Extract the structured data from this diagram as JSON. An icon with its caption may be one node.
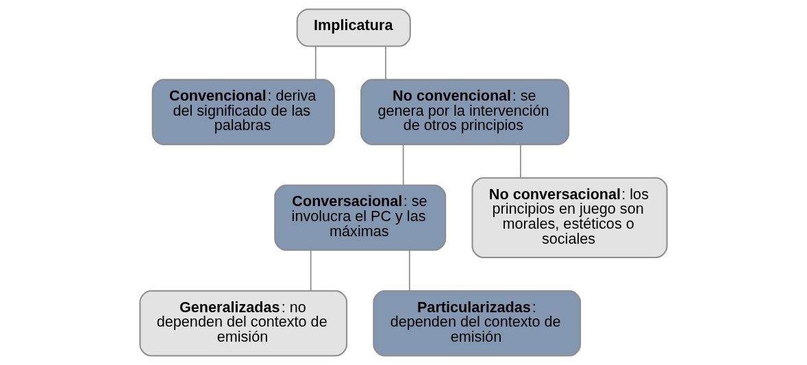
{
  "diagram": {
    "nodes": [
      {
        "text": [
          "**Implicatura**"
        ]
      },
      {
        "text": [
          "**Convencional**: deriva del significado de las palabras"
        ]
      },
      {
        "text": [
          "**No convencional**: se genera por la intervención de otros principios"
        ]
      },
      {
        "text": [
          "**Conversacional**: se involucra el PC y las máximas"
        ]
      },
      {
        "text": [
          "**No conversacional**: los principios en juego son morales, estéticos o sociales"
        ]
      },
      {
        "text": [
          "**Generalizadas**: no dependen del contexto de emisión"
        ]
      },
      {
        "text": [
          "**Particularizadas**: dependen del contexto de emisión"
        ]
      }
    ],
    "edges": [
      {
        "from": 0,
        "to": 1,
        "arrow": "none"
      },
      {
        "from": 0,
        "to": 2,
        "arrow": "none"
      },
      {
        "from": 2,
        "to": 3,
        "arrow": "none"
      },
      {
        "from": 2,
        "to": 4,
        "arrow": "none"
      },
      {
        "from": 3,
        "to": 5,
        "arrow": "none"
      },
      {
        "from": 3,
        "to": 6,
        "arrow": "none"
      }
    ]
  }
}
